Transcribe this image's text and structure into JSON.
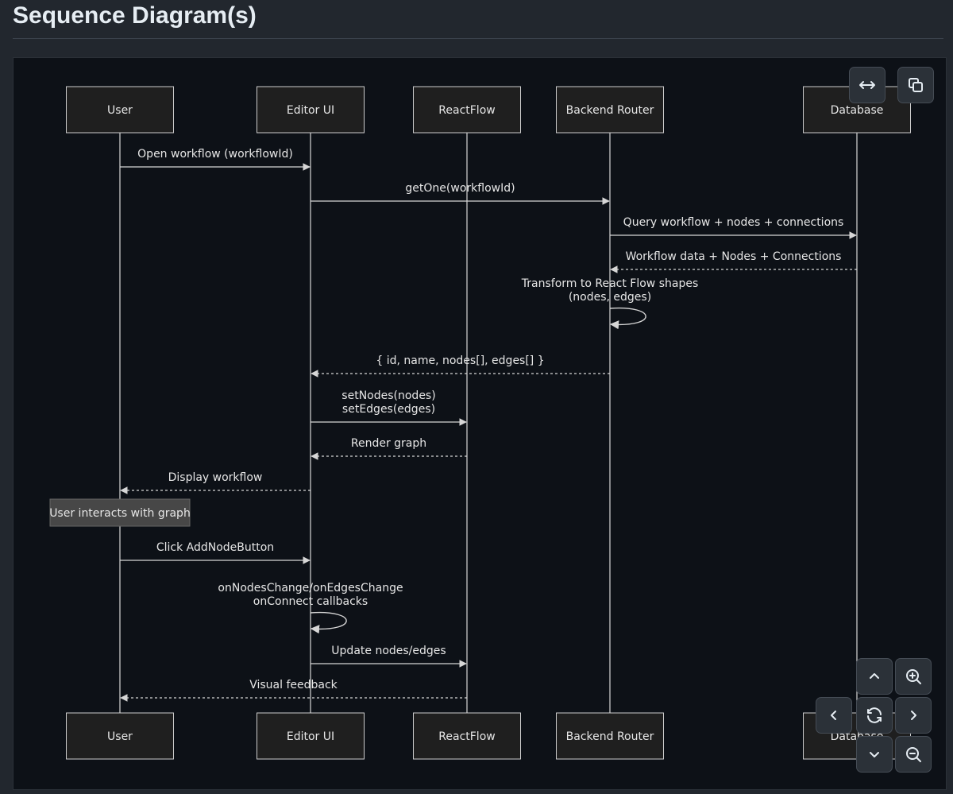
{
  "page": {
    "title": "Sequence Diagram(s)"
  },
  "participants": [
    {
      "id": "user",
      "label": "User"
    },
    {
      "id": "editor",
      "label": "Editor UI"
    },
    {
      "id": "reactflow",
      "label": "ReactFlow"
    },
    {
      "id": "backend",
      "label": "Backend Router"
    },
    {
      "id": "database",
      "label": "Database"
    }
  ],
  "steps": [
    {
      "kind": "message",
      "from": "user",
      "to": "editor",
      "style": "solid",
      "lines": [
        "Open workflow (workflowId)"
      ]
    },
    {
      "kind": "message",
      "from": "editor",
      "to": "backend",
      "style": "solid",
      "lines": [
        "getOne(workflowId)"
      ]
    },
    {
      "kind": "message",
      "from": "backend",
      "to": "database",
      "style": "solid",
      "lines": [
        "Query workflow + nodes + connections"
      ]
    },
    {
      "kind": "message",
      "from": "database",
      "to": "backend",
      "style": "dashed",
      "lines": [
        "Workflow data + Nodes + Connections"
      ]
    },
    {
      "kind": "self",
      "at": "backend",
      "lines": [
        "Transform to React Flow shapes",
        "(nodes, edges)"
      ]
    },
    {
      "kind": "message",
      "from": "backend",
      "to": "editor",
      "style": "dashed",
      "lines": [
        "{ id, name, nodes[], edges[] }"
      ]
    },
    {
      "kind": "message",
      "from": "editor",
      "to": "reactflow",
      "style": "solid",
      "lines": [
        "setNodes(nodes)",
        "setEdges(edges)"
      ]
    },
    {
      "kind": "message",
      "from": "reactflow",
      "to": "editor",
      "style": "dashed",
      "lines": [
        "Render graph"
      ]
    },
    {
      "kind": "message",
      "from": "editor",
      "to": "user",
      "style": "dashed",
      "lines": [
        "Display workflow"
      ]
    },
    {
      "kind": "note",
      "at": "user",
      "lines": [
        "User interacts with graph"
      ]
    },
    {
      "kind": "message",
      "from": "user",
      "to": "editor",
      "style": "solid",
      "lines": [
        "Click AddNodeButton"
      ]
    },
    {
      "kind": "self",
      "at": "editor",
      "lines": [
        "onNodesChange/onEdgesChange",
        "onConnect callbacks"
      ]
    },
    {
      "kind": "message",
      "from": "editor",
      "to": "reactflow",
      "style": "solid",
      "lines": [
        "Update nodes/edges"
      ]
    },
    {
      "kind": "message",
      "from": "reactflow",
      "to": "user",
      "style": "dashed",
      "lines": [
        "Visual feedback"
      ]
    }
  ],
  "controls": {
    "top": [
      {
        "name": "expand-horizontal-button",
        "icon": "arrows-horizontal-icon"
      },
      {
        "name": "copy-button",
        "icon": "copy-icon"
      }
    ],
    "nav": [
      {
        "name": "pan-up-button",
        "icon": "chevron-up-icon"
      },
      {
        "name": "zoom-in-button",
        "icon": "zoom-in-icon"
      },
      {
        "name": "pan-left-button",
        "icon": "chevron-left-icon"
      },
      {
        "name": "reset-view-button",
        "icon": "refresh-icon"
      },
      {
        "name": "pan-right-button",
        "icon": "chevron-right-icon"
      },
      {
        "name": "pan-down-button",
        "icon": "chevron-down-icon"
      },
      {
        "name": "zoom-out-button",
        "icon": "zoom-out-icon"
      }
    ]
  },
  "colors": {
    "page_bg": "#22272e",
    "diagram_bg": "#0d1117",
    "actor_fill": "#1f1f1f",
    "actor_stroke": "#cccccc",
    "line": "#d6d6d6",
    "text": "#e6e6e6",
    "note_fill": "#474747",
    "note_stroke": "#666666"
  }
}
